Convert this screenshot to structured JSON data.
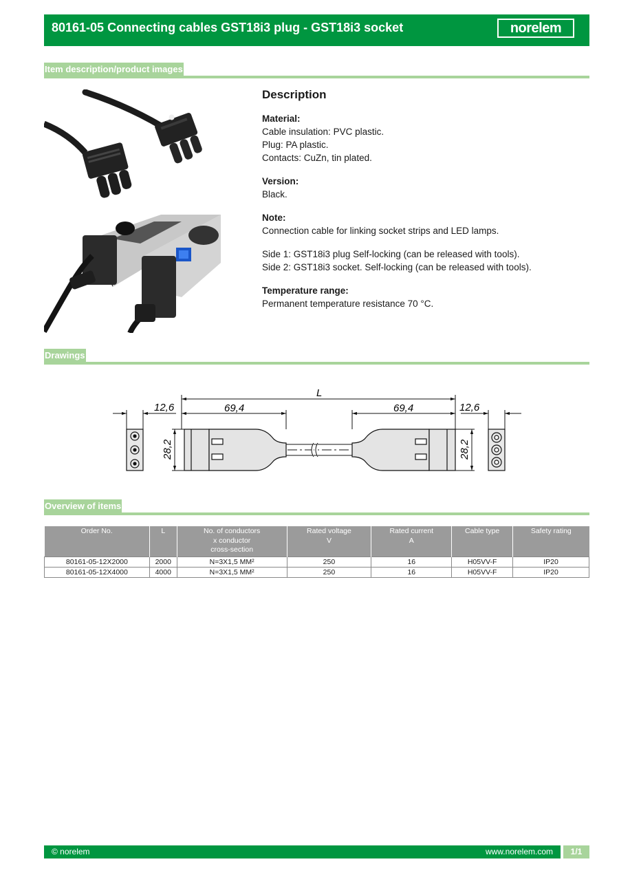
{
  "header": {
    "title": "80161-05 Connecting cables GST18i3 plug - GST18i3 socket",
    "logo": "norelem"
  },
  "sections": {
    "item_description": "Item description/product images",
    "drawings": "Drawings",
    "overview": "Overview of items"
  },
  "description": {
    "heading": "Description",
    "material_label": "Material:",
    "material_lines": [
      "Cable insulation: PVC plastic.",
      "Plug: PA plastic.",
      "Contacts: CuZn, tin plated."
    ],
    "version_label": "Version:",
    "version_text": "Black.",
    "note_label": "Note:",
    "note_text": "Connection cable for linking socket strips and LED lamps.",
    "side_lines": [
      "Side 1: GST18i3 plug Self-locking (can be released with tools).",
      "Side 2: GST18i3 socket. Self-locking (can be released with tools)."
    ],
    "temperature_label": "Temperature range:",
    "temperature_text": "Permanent temperature resistance 70 °C."
  },
  "drawing": {
    "dim_L": "L",
    "dim_left_end": "12,6",
    "dim_left_body": "69,4",
    "dim_right_body": "69,4",
    "dim_right_end": "12,6",
    "dim_height_left": "28,2",
    "dim_height_right": "28,2"
  },
  "table": {
    "headers": [
      "Order No.",
      "L",
      "No. of conductors\nx conductor\ncross-section",
      "Rated voltage\nV",
      "Rated current\nA",
      "Cable type",
      "Safety rating"
    ],
    "rows": [
      [
        "80161-05-12X2000",
        "2000",
        "N=3X1,5 MM²",
        "250",
        "16",
        "H05VV-F",
        "IP20"
      ],
      [
        "80161-05-12X4000",
        "4000",
        "N=3X1,5 MM²",
        "250",
        "16",
        "H05VV-F",
        "IP20"
      ]
    ]
  },
  "footer": {
    "copyright": "© norelem",
    "website": "www.norelem.com",
    "page": "1/1"
  },
  "colors": {
    "brand_green": "#009640",
    "light_green": "#a8d49b",
    "table_header_gray": "#9b9b9b"
  }
}
